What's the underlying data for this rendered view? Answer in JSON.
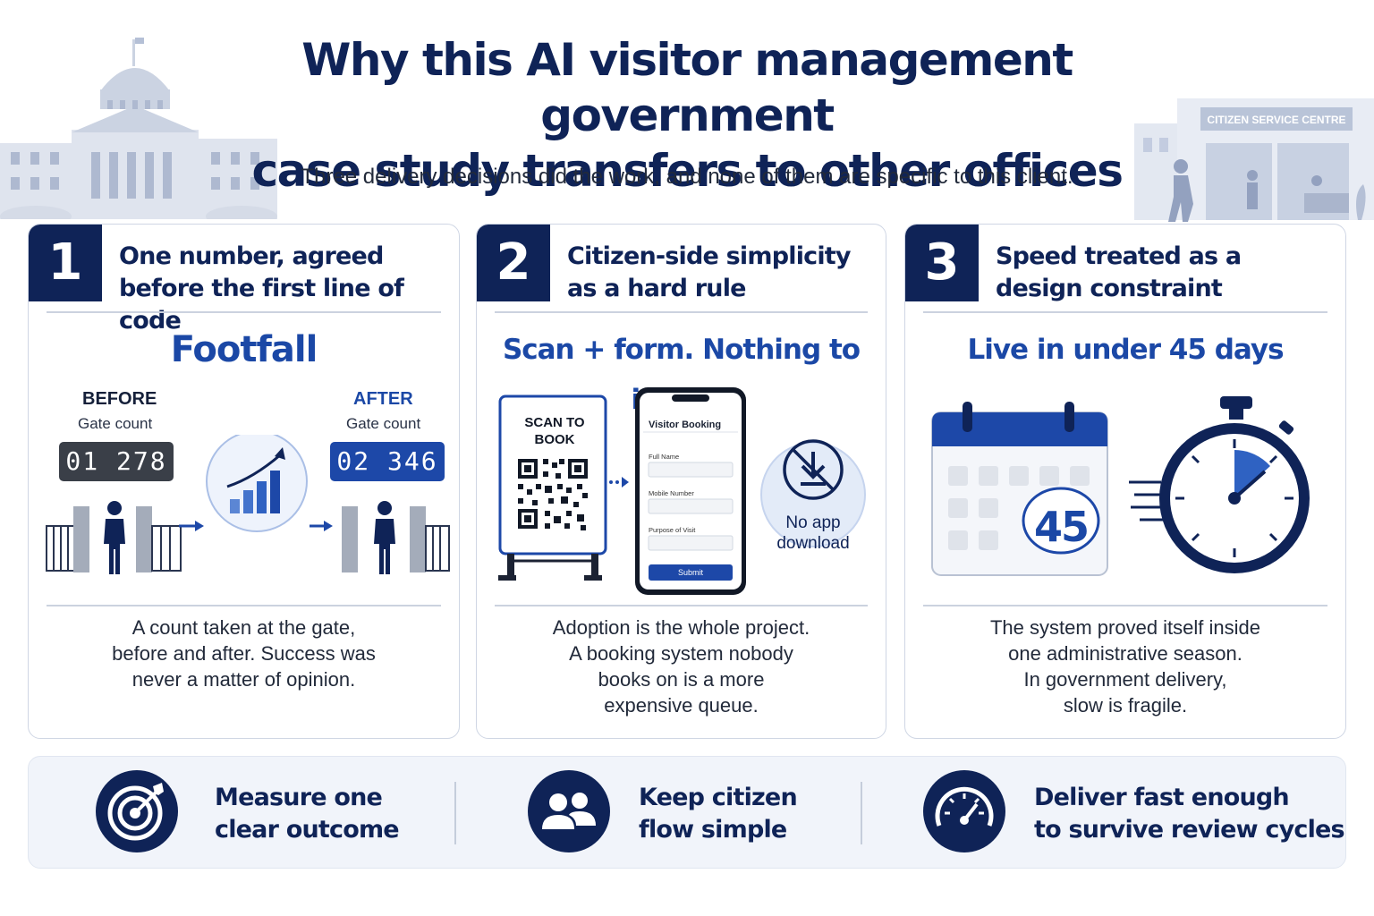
{
  "header": {
    "title_line1": "Why this AI visitor management government",
    "title_line2": "case study transfers to other offices",
    "subtitle": "Three delivery decisions did the work, and none of them are specific to this client.",
    "building_sign": "CITIZEN SERVICE CENTRE"
  },
  "cards": [
    {
      "number": "1",
      "title_line1": "One number, agreed",
      "title_line2": "before the first line of code",
      "highlight": "Footfall",
      "before_label": "BEFORE",
      "after_label": "AFTER",
      "gate_label_before": "Gate count",
      "gate_label_after": "Gate count",
      "count_before": "01 278",
      "count_after": "02 346",
      "body": [
        "A count taken at the gate,",
        "before and after. Success was",
        "never a matter of opinion."
      ]
    },
    {
      "number": "2",
      "title_line1": "Citizen-side simplicity",
      "title_line2": "as a hard rule",
      "highlight": "Scan + form. Nothing to install.",
      "sign_line1": "SCAN TO",
      "sign_line2": "BOOK",
      "phone_title": "Visitor Booking",
      "field1": "Full Name",
      "field2": "Mobile Number",
      "field3": "Purpose of Visit",
      "submit": "Submit",
      "noapp_line1": "No app",
      "noapp_line2": "download",
      "body": [
        "Adoption is the whole project.",
        "A booking system nobody",
        "books on is a more",
        "expensive queue."
      ]
    },
    {
      "number": "3",
      "title_line1": "Speed treated as a",
      "title_line2": "design constraint",
      "highlight": "Live in under 45 days",
      "calendar_number": "45",
      "body": [
        "The system proved itself inside",
        "one administrative season.",
        "In government delivery,",
        "slow is fragile."
      ]
    }
  ],
  "strip": [
    {
      "icon": "target-icon",
      "line1": "Measure one",
      "line2": "clear outcome"
    },
    {
      "icon": "people-icon",
      "line1": "Keep citizen",
      "line2": "flow simple"
    },
    {
      "icon": "speedometer-icon",
      "line1": "Deliver fast enough",
      "line2": "to survive review cycles"
    }
  ],
  "colors": {
    "navy": "#0f2357",
    "accent_blue": "#1b48a6",
    "light_blue": "#e3ebf8"
  }
}
